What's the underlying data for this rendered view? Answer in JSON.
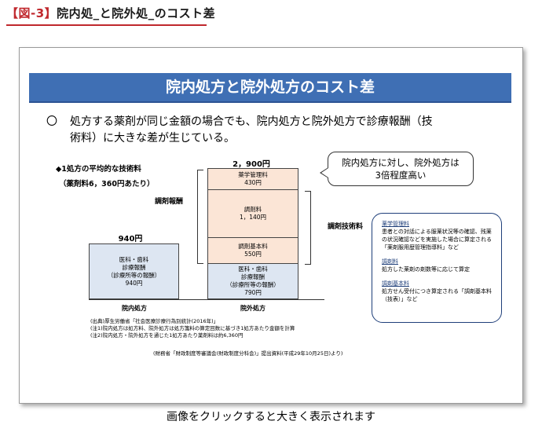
{
  "header": {
    "tag": "【図-3】",
    "title": "院内処_と院外処_のコスト差"
  },
  "slide": {
    "banner": "院内処方と院外処方のコスト差",
    "bullet_mark": "〇",
    "intro_line1": "処方する薬剤が同じ金額の場合でも、院内処方と院外処方で診療報酬（技",
    "intro_line2": "術料）に大きな差が生じている。",
    "subhead1": "◆1処方の平均的な技術料",
    "subhead2": "（薬剤料6，360円あたり）",
    "callout_line1": "院内処方に対し、院外処方は",
    "callout_line2": "3倍程度高い",
    "left_total": "940円",
    "right_total": "2，900円",
    "left_box": [
      "医科・歯科",
      "診療報酬",
      "（診療所等の報酬）",
      "940円"
    ],
    "right_boxes": {
      "mgmt": [
        "薬学管理料",
        "430円"
      ],
      "dispensing": [
        "調剤料",
        "1，140円"
      ],
      "basic": [
        "調剤基本料",
        "550円"
      ],
      "medical": [
        "医科・歯科",
        "診療報酬",
        "（診療所等の報酬）",
        "790円"
      ]
    },
    "label_chozai_hoshu": "調剤報酬",
    "label_chozai_gijutsu": "調剤技術料",
    "x_labels": [
      "院内処方",
      "院外処方"
    ],
    "notes": [
      "(出典)厚生労働省「社会医療診療行為別統計(2016年)」",
      "(注1)院内処方は処方料、院外処方は処方箋料の算定回数に基づき1処方あたり金額を計算",
      "(注2)院内処方・院外処方を通じた1処方あたり薬剤料は約6,360円"
    ],
    "source": "(財務省「財政制度等審議会(財政制度分科会)」提出資料(平成29年10月25日)より)",
    "info": [
      {
        "title": "薬学管理料",
        "body": "患者との対話による服薬状況等の確認、残薬の状況確認などを実施した場合に算定される「薬剤服用歴管理指導料」など"
      },
      {
        "title": "調剤料",
        "body": "処方した薬剤の剤数等に応じて算定"
      },
      {
        "title": "調剤基本料",
        "body": "処方せん受付につき算定される「調剤基本料（技表）」など"
      }
    ]
  },
  "caption": "画像をクリックすると大きく表示されます"
}
